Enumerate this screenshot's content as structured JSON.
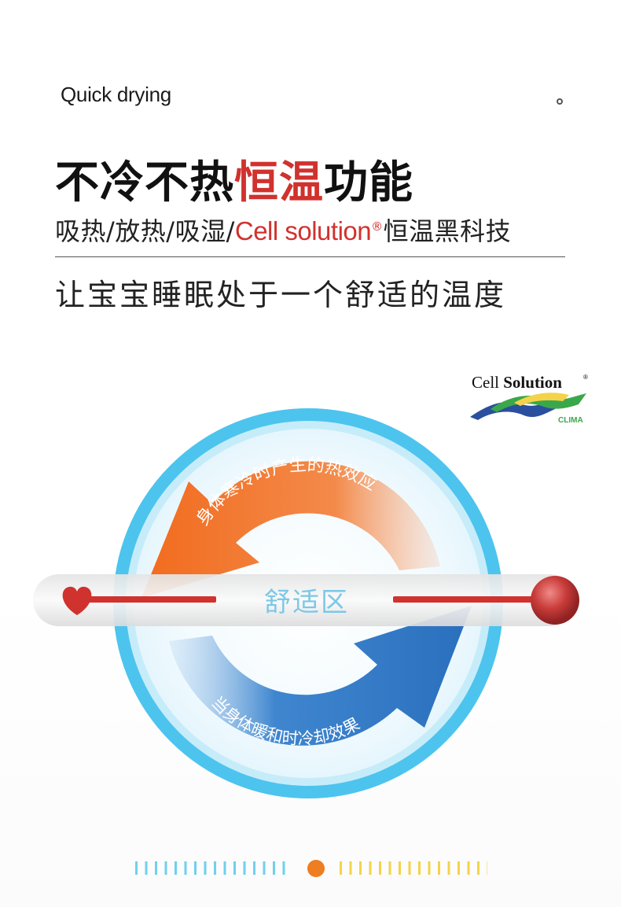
{
  "header": {
    "subtitle_en": "Quick drying",
    "headline_dark_1": "不冷不热",
    "headline_red": "恒温",
    "headline_dark_2": "功能",
    "tagline_prefix": "吸热/放热/吸湿/",
    "tagline_brand": "Cell solution",
    "tagline_reg": "®",
    "tagline_suffix": "恒温黑科技",
    "slogan": "让宝宝睡眠处于一个舒适的温度"
  },
  "logo": {
    "brand_regular": "Cell ",
    "brand_bold": "Solution",
    "reg": "®",
    "sub": "CLIMA"
  },
  "diagram": {
    "top_arrow_text": "身体寒冷时产生的热效应",
    "bottom_arrow_text": "当身体暖和时冷却效果",
    "zone_label": "舒适区"
  },
  "colors": {
    "accent_red": "#d0322e",
    "orange": "#f26b1d",
    "blue": "#2a6fbd",
    "ring_blue": "#4cc4ee",
    "tick_blue": "#6fd0ee",
    "tick_yellow": "#f4d34a",
    "indicator_orange": "#ef7d22"
  },
  "indicator": {
    "ticks_left": 16,
    "ticks_right": 16
  }
}
